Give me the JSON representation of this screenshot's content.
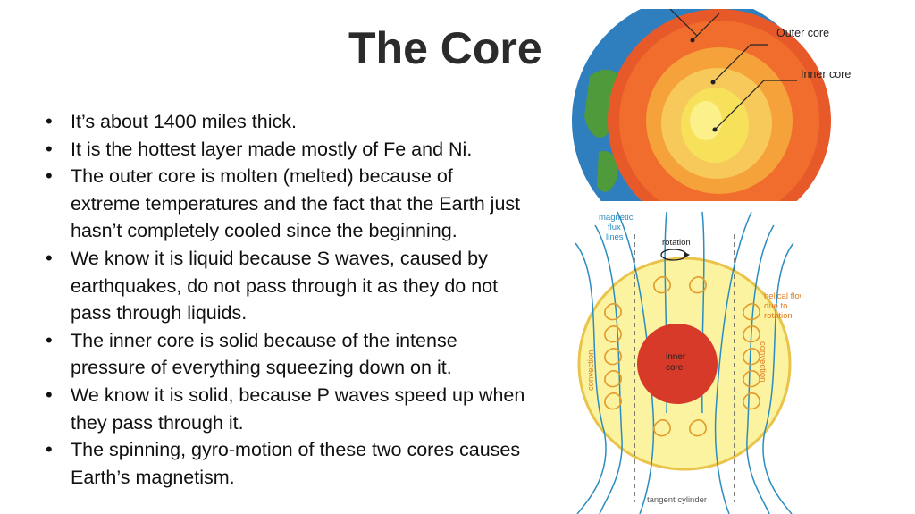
{
  "slide": {
    "title": "The Core",
    "bullets": [
      "It’s about 1400 miles thick.",
      "It is the hottest layer made mostly of Fe and Ni.",
      "The outer core is molten (melted) because of extreme temperatures and the fact that the Earth just hasn’t completely cooled since the beginning.",
      "We know it is liquid because S waves, caused by earthquakes, do not pass through it as they do not pass through liquids.",
      "The inner core is solid because of the intense pressure of everything squeezing down on it.",
      "We know it is solid, because P waves speed up when they pass through it.",
      "The spinning, gyro-motion of these two cores causes Earth’s magnetism."
    ]
  },
  "earth_diagram": {
    "outer_core_label": "Outer core",
    "inner_core_label": "Inner core"
  },
  "field_diagram": {
    "magnetic_label_1": "magnetic",
    "magnetic_label_2": "flux",
    "magnetic_label_3": "lines",
    "rotation_label": "rotation",
    "helical_label_1": "helical flow",
    "helical_label_2": "due to",
    "helical_label_3": "rotation",
    "convection_label": "convection",
    "inner_core_label_1": "inner",
    "inner_core_label_2": "core",
    "tangent_label": "tangent cylinder"
  },
  "colors": {
    "title": "#2b2b2b",
    "ocean": "#2f7fbf",
    "land": "#4f9a3a",
    "mantle": "#e8592a",
    "outer_core": "#f5a23a",
    "inner_core": "#f7e15a",
    "field_yellow": "#fbf3a0",
    "field_lines": "#2a8cc0",
    "inner_core_red": "#d83a2a"
  }
}
